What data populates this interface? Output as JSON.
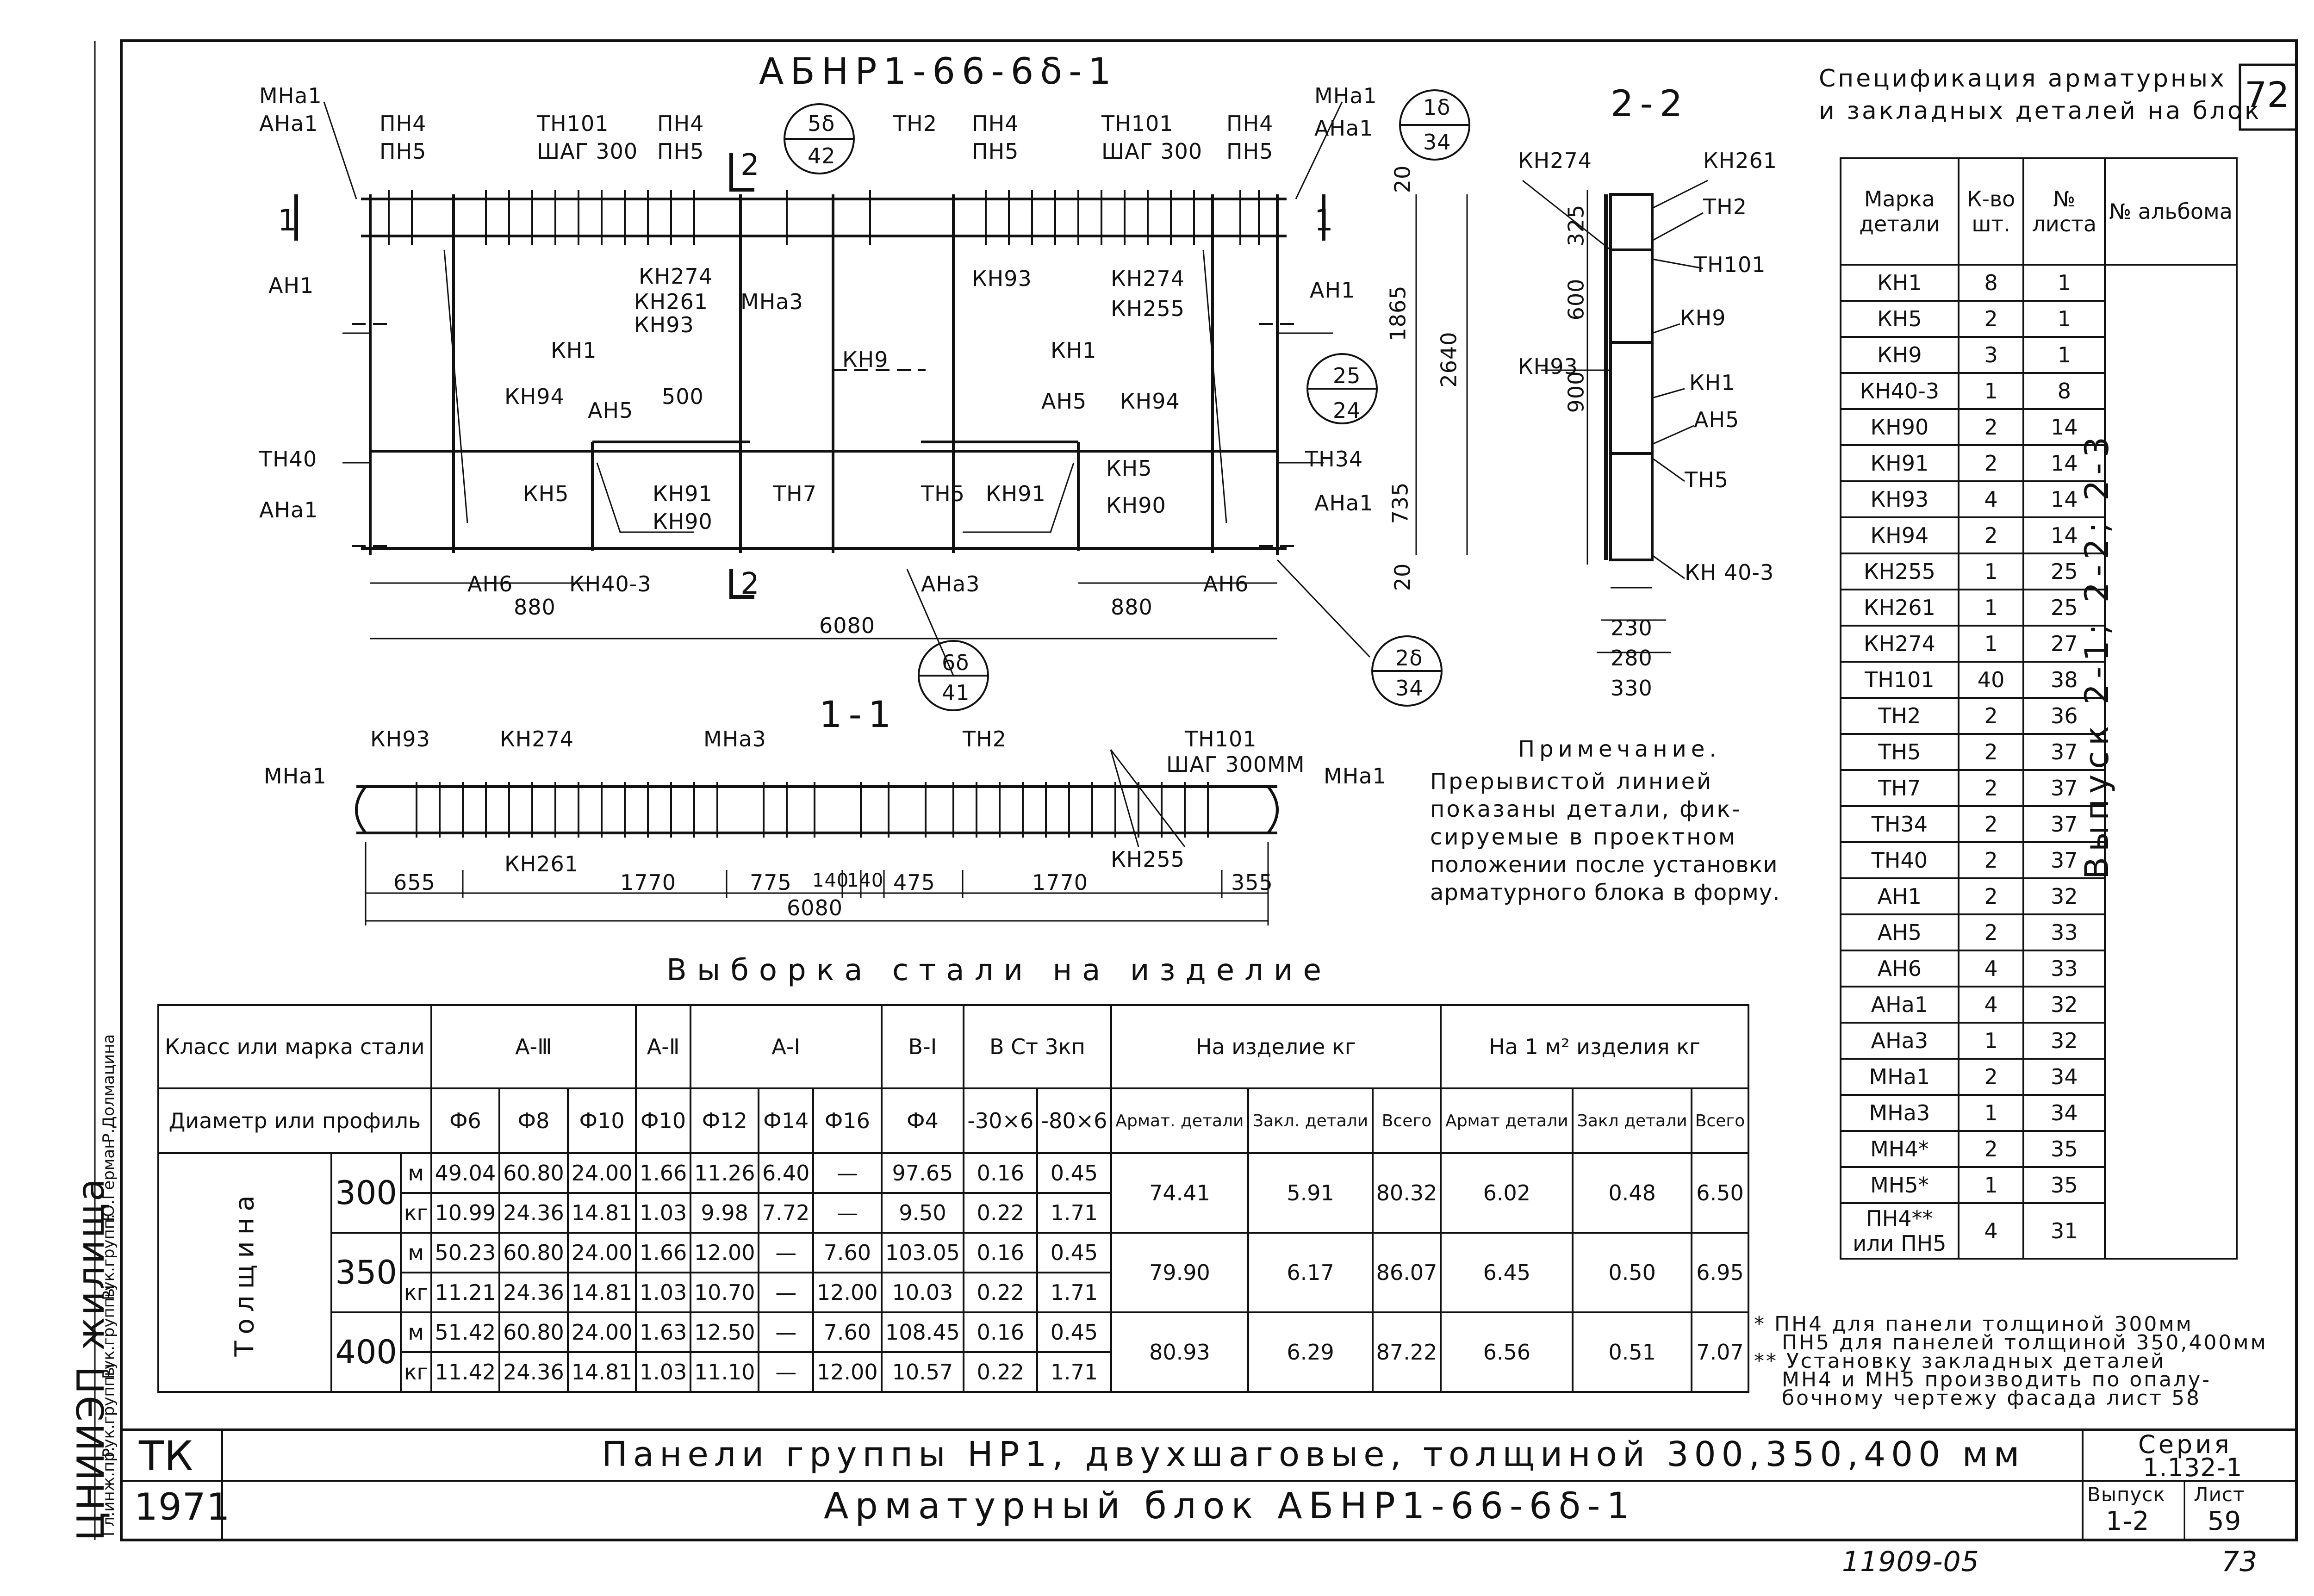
{
  "sheet": {
    "page_no": "72",
    "main_title": "АБНР1-66-6δ-1",
    "section_2_2": "2-2",
    "section_1_1": "1-1",
    "bottom_title_1": "Панели группы НР1, двухшаговые, толщиной 300,350,400 мм",
    "bottom_title_2": "Арматурный блок АБНР1-66-6δ-1",
    "tk": "ТК",
    "year": "1971",
    "seria_label": "Серия",
    "seria_value": "1.132-1",
    "vypusk_label": "Выпуск",
    "vypusk_value": "1-2",
    "list_label": "Лист",
    "list_value": "59",
    "footer_num": "11909-05",
    "footer_page": "73",
    "side_vypusk": "Выпуск 2-1; 2-2; 2-3",
    "left_block": "ЦНИИЭП жилища",
    "left_stamp": [
      "Гл.инж.пр.",
      "Рук.группы",
      "Рук.группы",
      "Рук.групп.",
      "Ю.Герман",
      "Р.Долмацина"
    ]
  },
  "elevation_labels": {
    "mna1_l": "МНа1",
    "ana1_l": "АНа1",
    "pn4_a": "ПН4",
    "pn5_a": "ПН5",
    "tn101_a": "ТН101",
    "shag_a": "ШАГ 300",
    "pn4_b": "ПН4",
    "pn5_b": "ПН5",
    "circ1_t": "5δ",
    "circ1_b": "42",
    "tn2": "ТН2",
    "pn4_c": "ПН4",
    "pn5_c": "ПН5",
    "tn101_b": "ТН101",
    "shag_b": "ШАГ 300",
    "pn4_d": "ПН4",
    "pn5_d": "ПН5",
    "mna1_r": "МНа1",
    "ana1_r": "АНа1",
    "circ2_t": "1δ",
    "circ2_b": "34",
    "sec1_l": "1",
    "sec1_r": "1",
    "sec2_t": "2",
    "sec2_b": "2",
    "an1_l": "АН1",
    "kn274": "КН274",
    "kn261": "КН261",
    "kn93": "КН93",
    "mna3": "МНа3",
    "kn93_b": "КН93",
    "kn274_b": "КН274",
    "kn255": "КН255",
    "an1_r": "АН1",
    "kn1_l": "КН1",
    "kn9": "КН9",
    "kn1_r": "КН1",
    "circ3_t": "25",
    "circ3_b": "24",
    "kn94_l": "КН94",
    "ah5_l": "АН5",
    "d500": "500",
    "ah5_r": "АН5",
    "kn94_r": "КН94",
    "tn40": "ТН40",
    "tn34": "ТН34",
    "kn5_l": "КН5",
    "kn91_l": "КН91",
    "kn90_l": "КН90",
    "tn7": "ТН7",
    "tn5": "ТН5",
    "kn91_r": "КН91",
    "kn5_r": "КН5",
    "kn90_r": "КН90",
    "ana1_l2": "АНа1",
    "ana1_r2": "АНа1",
    "ah6_l": "АН6",
    "kn40_3": "КН40-3",
    "ana3": "АНа3",
    "ah6_r": "АН6",
    "d880_l": "880",
    "d880_r": "880",
    "d6080": "6080",
    "circ4_t": "6δ",
    "circ4_b": "41",
    "circ5_t": "2δ",
    "circ5_b": "34",
    "d20_t": "20",
    "d1865": "1865",
    "d2640": "2640",
    "d735": "735",
    "d20_b": "20"
  },
  "section22_labels": {
    "kn274": "КН274",
    "kn261": "КН261",
    "tn2": "ТН2",
    "tn101": "ТН101",
    "kn9": "КН9",
    "kn93": "КН93",
    "kn1": "КН1",
    "ah5": "АН5",
    "tn5": "ТН5",
    "kn40_3": "КН 40-3",
    "kn40_3_sup": "3",
    "d325": "325",
    "d600": "600",
    "d900": "900",
    "d230": "230",
    "d280": "280",
    "d330": "330"
  },
  "section11_labels": {
    "kn93": "КН93",
    "kn274": "КН274",
    "mna3": "МНа3",
    "tn2": "ТН2",
    "tn101": "ТН101",
    "shag": "ШАГ 300ММ",
    "mna1_l": "МНа1",
    "mna1_r": "МНа1",
    "kn261": "КН261",
    "kn255": "КН255",
    "dims": [
      "655",
      "1770",
      "775",
      "140",
      "140",
      "475",
      "1770",
      "355"
    ],
    "total": "6080"
  },
  "note": {
    "heading": "Примечание.",
    "lines": [
      "Прерывистой линией",
      "показаны детали, фик-",
      "сируемые в проектном",
      "положении после установки",
      "арматурного блока в форму."
    ]
  },
  "footnotes": [
    "* ПН4 для панели толщиной 300мм",
    "ПН5 для панелей толщиной 350,400мм",
    "** Установку закладных деталей",
    "МН4 и МН5 производить по опалу-",
    "бочному чертежу фасада лист 58"
  ],
  "spec": {
    "title_1": "Спецификация арматурных",
    "title_2": "и закладных деталей на блок",
    "headers": [
      "Марка детали",
      "К-во шт.",
      "№ листа",
      "№ альбома"
    ],
    "rows": [
      [
        "КН1",
        "8",
        "1"
      ],
      [
        "КН5",
        "2",
        "1"
      ],
      [
        "КН9",
        "3",
        "1"
      ],
      [
        "КН40-3",
        "1",
        "8"
      ],
      [
        "КН90",
        "2",
        "14"
      ],
      [
        "КН91",
        "2",
        "14"
      ],
      [
        "КН93",
        "4",
        "14"
      ],
      [
        "КН94",
        "2",
        "14"
      ],
      [
        "КН255",
        "1",
        "25"
      ],
      [
        "КН261",
        "1",
        "25"
      ],
      [
        "КН274",
        "1",
        "27"
      ],
      [
        "ТН101",
        "40",
        "38"
      ],
      [
        "ТН2",
        "2",
        "36"
      ],
      [
        "ТН5",
        "2",
        "37"
      ],
      [
        "ТН7",
        "2",
        "37"
      ],
      [
        "ТН34",
        "2",
        "37"
      ],
      [
        "ТН40",
        "2",
        "37"
      ],
      [
        "АН1",
        "2",
        "32"
      ],
      [
        "АН5",
        "2",
        "33"
      ],
      [
        "АН6",
        "4",
        "33"
      ],
      [
        "АНа1",
        "4",
        "32"
      ],
      [
        "АНа3",
        "1",
        "32"
      ],
      [
        "МНа1",
        "2",
        "34"
      ],
      [
        "МНа3",
        "1",
        "34"
      ],
      [
        "МН4*",
        "2",
        "35"
      ],
      [
        "МН5*",
        "1",
        "35"
      ],
      [
        "ПН4** или ПН5",
        "4",
        "31"
      ]
    ]
  },
  "steel": {
    "title": "Выборка стали на изделие",
    "h_class": "Класс или марка стали",
    "h_diam": "Диаметр или профиль",
    "h_thick": "Толщина",
    "classes": [
      "А-Ⅲ",
      "А-Ⅱ",
      "А-Ⅰ",
      "В-Ⅰ",
      "В Ст 3кп"
    ],
    "h_product": "На изделие кг",
    "h_m2": "На 1 м² изделия кг",
    "diams": [
      "Ф6",
      "Ф8",
      "Ф10",
      "Ф10",
      "Ф12",
      "Ф14",
      "Ф16",
      "Ф4",
      "-30×6",
      "-80×6"
    ],
    "sub": [
      "Армат. детали",
      "Закл. детали",
      "Всего",
      "Армат детали",
      "Закл детали",
      "Всего"
    ],
    "rows": [
      {
        "t": "300",
        "m": [
          "49.04",
          "60.80",
          "24.00",
          "1.66",
          "11.26",
          "6.40",
          "—",
          "97.65",
          "0.16",
          "0.45"
        ],
        "kg": [
          "10.99",
          "24.36",
          "14.81",
          "1.03",
          "9.98",
          "7.72",
          "—",
          "9.50",
          "0.22",
          "1.71"
        ],
        "tot": [
          "74.41",
          "5.91",
          "80.32",
          "6.02",
          "0.48",
          "6.50"
        ]
      },
      {
        "t": "350",
        "m": [
          "50.23",
          "60.80",
          "24.00",
          "1.66",
          "12.00",
          "—",
          "7.60",
          "103.05",
          "0.16",
          "0.45"
        ],
        "kg": [
          "11.21",
          "24.36",
          "14.81",
          "1.03",
          "10.70",
          "—",
          "12.00",
          "10.03",
          "0.22",
          "1.71"
        ],
        "tot": [
          "79.90",
          "6.17",
          "86.07",
          "6.45",
          "0.50",
          "6.95"
        ]
      },
      {
        "t": "400",
        "m": [
          "51.42",
          "60.80",
          "24.00",
          "1.63",
          "12.50",
          "—",
          "7.60",
          "108.45",
          "0.16",
          "0.45"
        ],
        "kg": [
          "11.42",
          "24.36",
          "14.81",
          "1.03",
          "11.10",
          "—",
          "12.00",
          "10.57",
          "0.22",
          "1.71"
        ],
        "tot": [
          "80.93",
          "6.29",
          "87.22",
          "6.56",
          "0.51",
          "7.07"
        ]
      }
    ],
    "unit_m": "м",
    "unit_kg": "кг"
  }
}
